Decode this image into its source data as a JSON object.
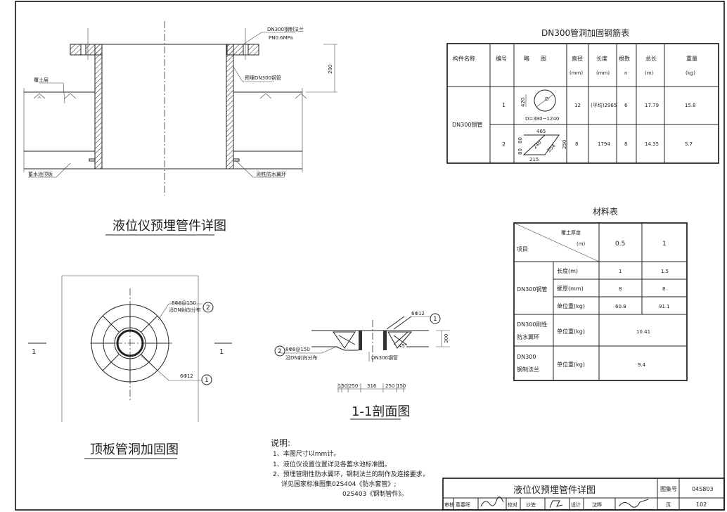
{
  "elevation": {
    "title": "液位仪预埋管件详图",
    "labels": {
      "flange": "DN300钢制法兰",
      "pressure": "PN0.6MPa",
      "embedded_pipe": "预埋DN300钢管",
      "soil_layer": "覆土层",
      "roof_slab": "蓄水池顶板",
      "water_ring": "刚性防水翼环",
      "dim_200": "200"
    }
  },
  "plan": {
    "title": "顶板管洞加固图",
    "rebar2": "8Φ8@150",
    "rebar2_note": "沿DN射向分布",
    "rebar1": "6Φ12",
    "marker1": "1",
    "marker2": "2",
    "section_mark": "1"
  },
  "section": {
    "title": "1-1剖面图",
    "rebar1": "6Φ12",
    "rebar2": "8Φ8@150",
    "rebar2_note": "沿DN射向分布",
    "pipe": "DN300钢管",
    "angle": "45°",
    "thickness": "300",
    "dims": [
      "150",
      "250",
      "316",
      "250",
      "150"
    ]
  },
  "rebar_table": {
    "title": "DN300管洞加固钢筋表",
    "headers": [
      "构件名称",
      "编号",
      "略　　图",
      "直径",
      "长度",
      "根数",
      "总长",
      "重量"
    ],
    "units": [
      "",
      "",
      "",
      "(mm)",
      "(mm)",
      "n",
      "(m)",
      "(kg)"
    ],
    "component": "DN300钢管",
    "rows": [
      {
        "no": "1",
        "sketch": {
          "h": "420",
          "d": "D",
          "range": "D=380~1240"
        },
        "dia": "12",
        "length": "(平均)2965",
        "count": "6",
        "total": "17.79",
        "weight": "15.8"
      },
      {
        "no": "2",
        "sketch": {
          "top": "465",
          "a": "80",
          "b": "80",
          "diag": "240",
          "side": "354",
          "h": "250",
          "bottom": "215"
        },
        "dia": "8",
        "length": "1794",
        "count": "8",
        "total": "14.35",
        "weight": "5.7"
      }
    ]
  },
  "material_table": {
    "title": "材料表",
    "corner_top": "覆土厚度",
    "corner_unit": "(m)",
    "corner_bottom": "项目",
    "cols": [
      "0.5",
      "1"
    ],
    "groups": [
      {
        "name": "DN300钢管",
        "rows": [
          {
            "item": "长度(m)",
            "values": [
              "1",
              "1.5"
            ]
          },
          {
            "item": "壁厚(mm)",
            "values": [
              "8",
              "8"
            ]
          },
          {
            "item": "单位重(kg)",
            "values": [
              "60.8",
              "91.1"
            ]
          }
        ]
      },
      {
        "name": [
          "DN300刚性",
          "防水翼环"
        ],
        "rows": [
          {
            "item": "单位重(kg)",
            "value": "10.41"
          }
        ]
      },
      {
        "name": [
          "DN300",
          "钢制法兰"
        ],
        "rows": [
          {
            "item": "单位重(kg)",
            "value": "9.4"
          }
        ]
      }
    ]
  },
  "notes": {
    "heading": "说明:",
    "items": [
      "1、本图尺寸以mm计。",
      "1、液位仪设置位置详见各蓄水池标准图。",
      "2、预埋管刚性防水翼环，钢制法兰的制作及连接要求，",
      "详见国家标准图集02S404《防水套管》;",
      "02S403《钢制管件》。"
    ]
  },
  "title_block": {
    "title": "液位仪预埋管件详图",
    "atlas_label": "图集号",
    "atlas_no": "04S803",
    "review_label": "审核",
    "reviewer": "葛春晖",
    "check_label": "校对",
    "checker": "沙笠",
    "design_label": "设计",
    "designer": "沈晔",
    "page_label": "页",
    "page_no": "102"
  }
}
